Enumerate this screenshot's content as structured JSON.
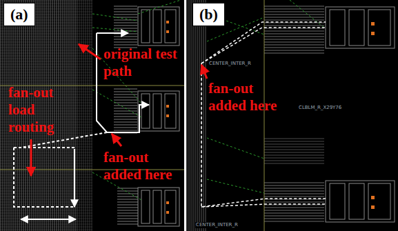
{
  "diagram": {
    "nodes": [
      {
        "text": [
          "(a)"
        ]
      },
      {
        "text": [
          "(b)"
        ]
      }
    ],
    "labels": [
      "original test path",
      "fan-out load routing",
      "fan-out added here",
      "CENTER_INTER_R",
      "fan-out added here",
      "CLBLM_R_X29Y76",
      "CENTER_INTER_R"
    ]
  }
}
